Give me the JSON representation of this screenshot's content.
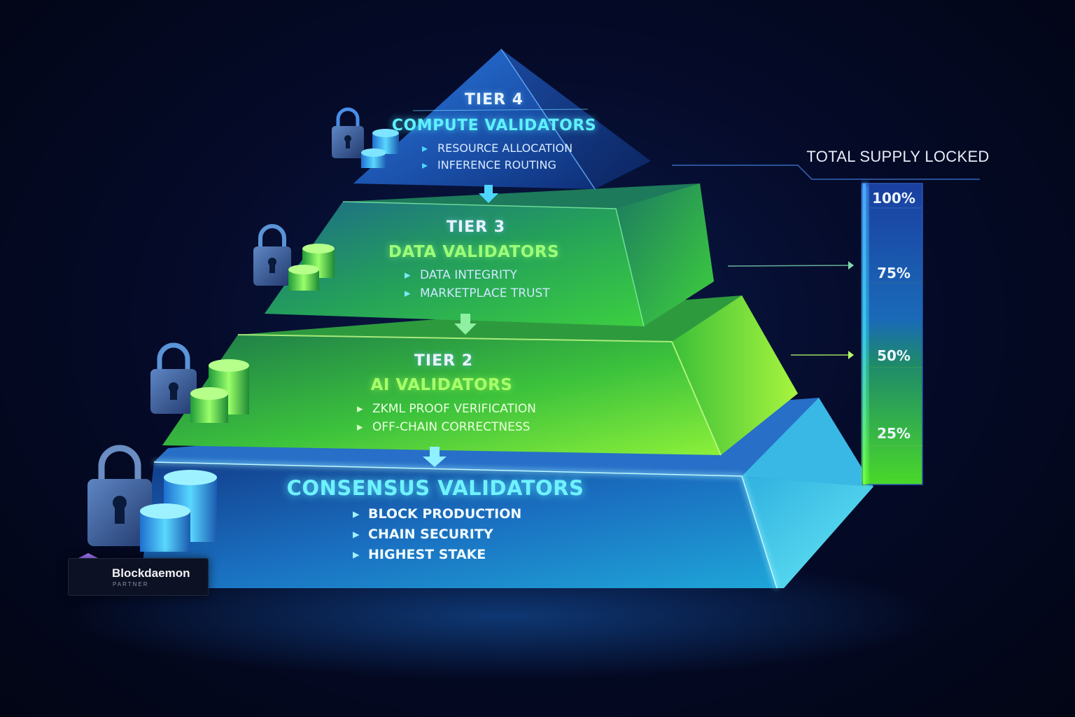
{
  "tiers": [
    {
      "tier_label": "TIER 4",
      "title": "COMPUTE VALIDATORS",
      "bullets": [
        "RESOURCE ALLOCATION",
        "INFERENCE ROUTING"
      ]
    },
    {
      "tier_label": "TIER 3",
      "title": "DATA VALIDATORS",
      "bullets": [
        "DATA INTEGRITY",
        "MARKETPLACE TRUST"
      ]
    },
    {
      "tier_label": "TIER 2",
      "title": "AI VALIDATORS",
      "bullets": [
        "ZKML PROOF VERIFICATION",
        "OFF-CHAIN CORRECTNESS"
      ]
    },
    {
      "tier_label": "",
      "title": "CONSENSUS VALIDATORS",
      "bullets": [
        "BLOCK PRODUCTION",
        "CHAIN SECURITY",
        "HIGHEST STAKE"
      ]
    }
  ],
  "supply_meter": {
    "title": "TOTAL SUPPLY LOCKED",
    "levels": [
      "100%",
      "75%",
      "50%",
      "25%"
    ]
  },
  "badge": {
    "name": "Blockdaemon",
    "subtitle": "PARTNER"
  },
  "colors": {
    "background": "#050b2a",
    "tier4": "#1d5fb8",
    "tier3": "#2fae4a",
    "tier2": "#4cd23a",
    "tier1": "#1f8fd6",
    "accent_cyan": "#5ef0ff",
    "accent_green": "#9dff7a",
    "badge_purple": "#7b3ff2"
  },
  "icons": [
    "padlock-icon",
    "coin-stack-icon",
    "down-arrow-icon",
    "blockdaemon-cube-logo"
  ]
}
